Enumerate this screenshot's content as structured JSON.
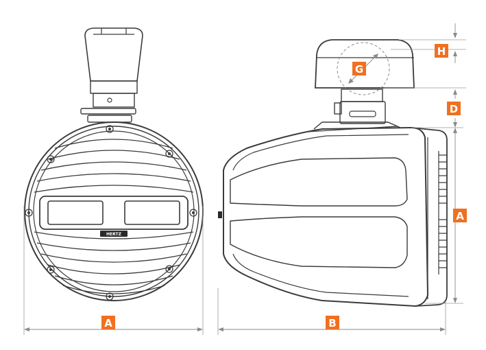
{
  "labels": {
    "front_width": "A",
    "depth": "B",
    "side_height": "A",
    "clamp_inner": "G",
    "clamp_top": "H",
    "mount_height": "D"
  },
  "logo_text": "HERTZ",
  "colors": {
    "badge": "#f07020",
    "outline": "#3a3a3a",
    "dimension_line": "#8a8a8a"
  }
}
